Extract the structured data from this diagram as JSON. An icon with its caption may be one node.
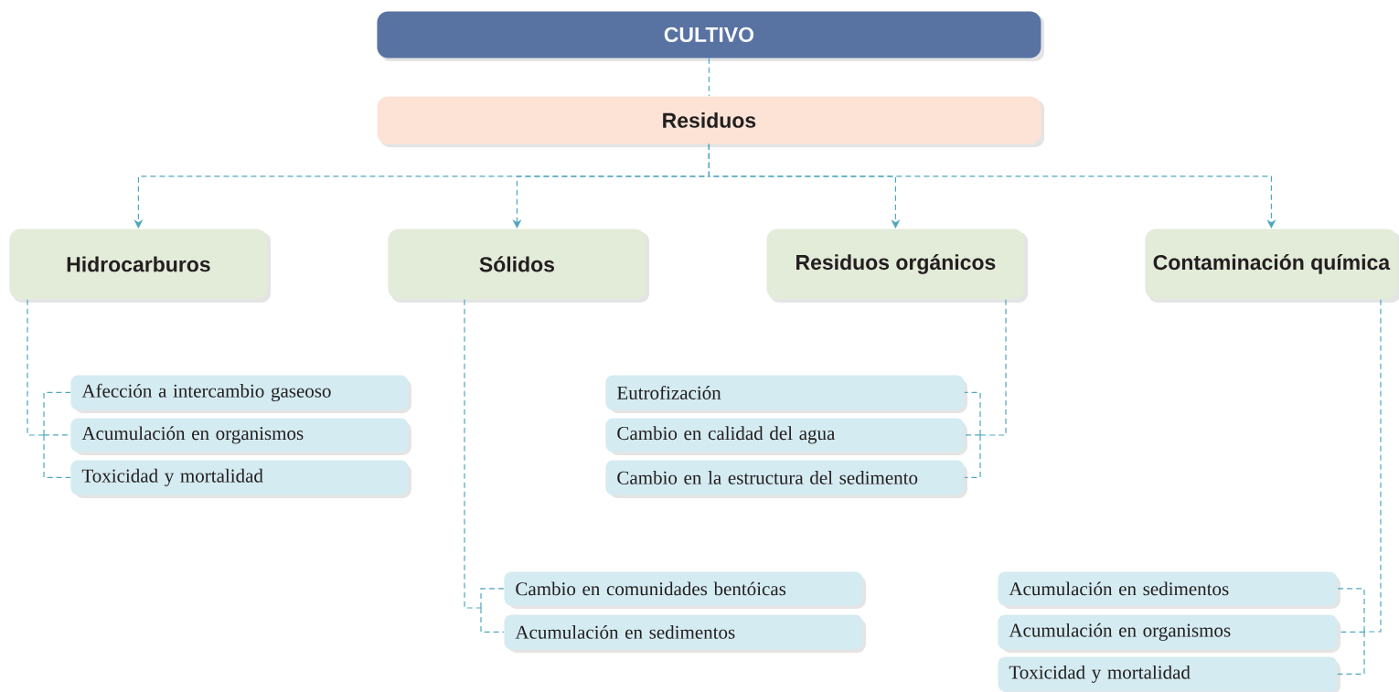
{
  "diagram": {
    "nodes": [
      {
        "text": [
          "CULTIVO"
        ]
      },
      {
        "text": [
          "Residuos"
        ]
      },
      {
        "text": [
          "Hidrocarburos"
        ]
      },
      {
        "text": [
          "Sólidos"
        ]
      },
      {
        "text": [
          "Residuos orgánicos"
        ]
      },
      {
        "text": [
          "Contaminación química"
        ]
      },
      {
        "text": [
          "Afección a intercambio gaseoso"
        ]
      },
      {
        "text": [
          "Acumulación en organismos"
        ]
      },
      {
        "text": [
          "Toxicidad y mortalidad"
        ]
      },
      {
        "text": [
          "Cambio en comunidades bentóicas"
        ]
      },
      {
        "text": [
          "Acumulación en sedimentos"
        ]
      },
      {
        "text": [
          "Eutrofización"
        ]
      },
      {
        "text": [
          "Cambio en calidad del agua"
        ]
      },
      {
        "text": [
          "Cambio en la estructura del sedimento"
        ]
      },
      {
        "text": [
          "Acumulación en sedimentos"
        ]
      },
      {
        "text": [
          "Acumulación en organismos"
        ]
      },
      {
        "text": [
          "Toxicidad y mortalidad"
        ]
      }
    ],
    "edges": [
      {
        "from": 0,
        "to": 1,
        "arrow": "none"
      },
      {
        "from": 1,
        "to": 2,
        "arrow": "to"
      },
      {
        "from": 1,
        "to": 3,
        "arrow": "to"
      },
      {
        "from": 1,
        "to": 4,
        "arrow": "to"
      },
      {
        "from": 1,
        "to": 5,
        "arrow": "to"
      },
      {
        "from": 2,
        "to": 6,
        "arrow": "none"
      },
      {
        "from": 2,
        "to": 7,
        "arrow": "none"
      },
      {
        "from": 2,
        "to": 8,
        "arrow": "none"
      },
      {
        "from": 3,
        "to": 9,
        "arrow": "none"
      },
      {
        "from": 3,
        "to": 10,
        "arrow": "none"
      },
      {
        "from": 4,
        "to": 11,
        "arrow": "none"
      },
      {
        "from": 4,
        "to": 12,
        "arrow": "none"
      },
      {
        "from": 4,
        "to": 13,
        "arrow": "none"
      },
      {
        "from": 5,
        "to": 14,
        "arrow": "none"
      },
      {
        "from": 5,
        "to": 15,
        "arrow": "none"
      },
      {
        "from": 5,
        "to": 16,
        "arrow": "none"
      }
    ]
  }
}
